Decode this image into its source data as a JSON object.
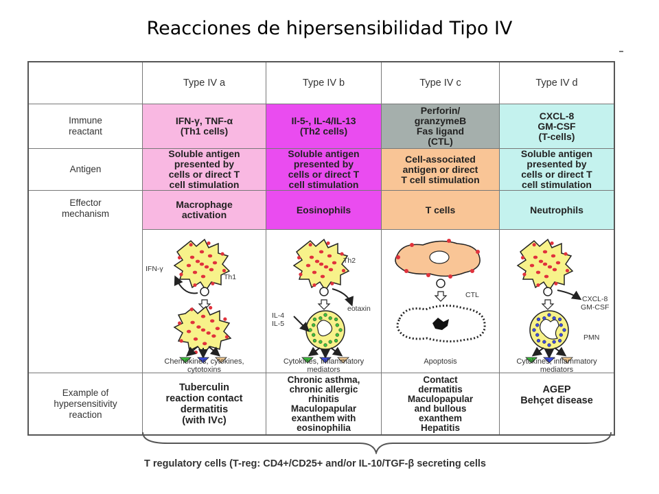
{
  "title": "Reacciones de hipersensibilidad Tipo IV",
  "columns": [
    "Type IV a",
    "Type IV b",
    "Type IV c",
    "Type IV d"
  ],
  "row_labels": {
    "immune_reactant": [
      "Immune",
      "reactant"
    ],
    "antigen": [
      "Antigen"
    ],
    "effector": [
      "Effector",
      "mechanism"
    ],
    "example": [
      "Example of",
      "hypersensitivity",
      "reaction"
    ]
  },
  "immune_reactant": [
    [
      "IFN-γ, TNF-α",
      "(Th1 cells)"
    ],
    [
      "Il-5-, IL-4/IL-13",
      "(Th2 cells)"
    ],
    [
      "Perforin/",
      "granzymeB",
      "Fas ligand",
      "(CTL)"
    ],
    [
      "CXCL-8",
      "GM-CSF",
      "(T-cells)"
    ]
  ],
  "antigen": [
    [
      "Soluble antigen",
      "presented by",
      "cells or direct T",
      "cell stimulation"
    ],
    [
      "Soluble antigen",
      "presented by",
      "cells or direct T",
      "cell stimulation"
    ],
    [
      "Cell-associated",
      "antigen or direct",
      "T cell stimulation"
    ],
    [
      "Soluble antigen",
      "presented by",
      "cells or direct T",
      "cell stimulation"
    ]
  ],
  "effector": [
    [
      "Macrophage",
      "activation"
    ],
    [
      "Eosinophils"
    ],
    [
      "T cells"
    ],
    [
      "Neutrophils"
    ]
  ],
  "illustration": {
    "a": {
      "labels": [
        "IFN-γ",
        "Th1"
      ],
      "caption": [
        "Chemokines, cytokines,",
        "cytotoxins"
      ]
    },
    "b": {
      "labels": [
        "Th2",
        "eotaxin",
        "IL-4",
        "IL-5"
      ],
      "caption": [
        "Cytokines, inflammatory",
        "mediators"
      ]
    },
    "c": {
      "labels": [
        "CTL"
      ],
      "caption": [
        "Apoptosis"
      ]
    },
    "d": {
      "labels": [
        "CXCL-8",
        "GM-CSF",
        "PMN"
      ],
      "caption": [
        "Cytokines, inflammatory",
        "mediators"
      ]
    }
  },
  "example": [
    [
      "Tuberculin",
      "reaction contact",
      "dermatitis",
      "(with IVc)"
    ],
    [
      "Chronic asthma,",
      "chronic allergic",
      "rhinitis",
      "Maculopapular",
      "exanthem with",
      "eosinophilia"
    ],
    [
      "Contact",
      "dermatitis",
      "Maculopapular",
      "and bullous",
      "exanthem",
      "Hepatitis"
    ],
    [
      "AGEP",
      "Behçet disease"
    ]
  ],
  "footer": "T regulatory cells (T-reg: CD4+/CD25+ and/or IL-10/TGF-β secreting cells",
  "colors": {
    "type_a": "#f9b8e2",
    "type_b": "#ea4cf0",
    "type_c_reactant": "#a5afac",
    "type_c": "#f9c596",
    "type_d": "#c4f2ee",
    "cell_fill": "#f7f28a",
    "dot": "#e0323c"
  }
}
